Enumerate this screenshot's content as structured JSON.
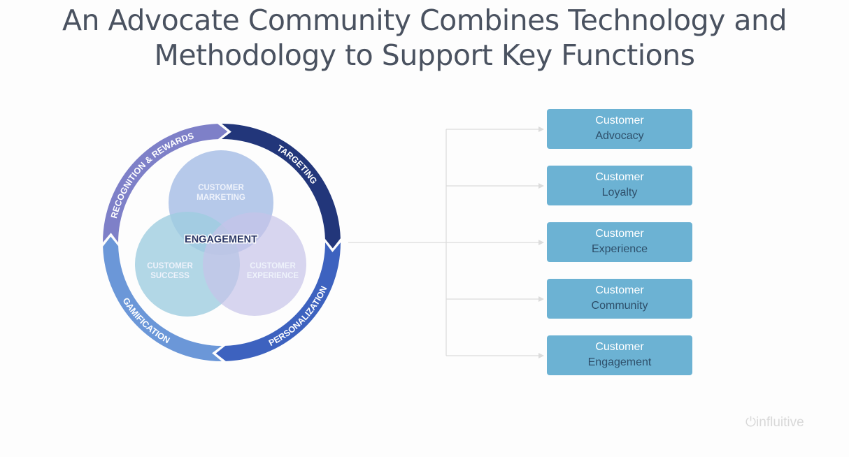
{
  "title": {
    "line1": "An Advocate Community Combines Technology and",
    "line2": "Methodology to Support Key Functions"
  },
  "ring": [
    {
      "label": "RECOGNITION & REWARDS",
      "color": "#7e80c8"
    },
    {
      "label": "TARGETING",
      "color": "#22367a"
    },
    {
      "label": "PERSONALIZATION",
      "color": "#3d62bf"
    },
    {
      "label": "GAMIFICATION",
      "color": "#6b97d8"
    }
  ],
  "venn": {
    "center": "ENGAGEMENT",
    "circles": [
      {
        "line1": "CUSTOMER",
        "line2": "MARKETING",
        "color": "#a9c0e6"
      },
      {
        "line1": "CUSTOMER",
        "line2": "SUCCESS",
        "color": "#9fcde0"
      },
      {
        "line1": "CUSTOMER",
        "line2": "EXPERIENCE",
        "color": "#c6c3e8"
      }
    ]
  },
  "functions": [
    {
      "line1": "Customer",
      "line2": "Advocacy"
    },
    {
      "line1": "Customer",
      "line2": "Loyalty"
    },
    {
      "line1": "Customer",
      "line2": "Experience"
    },
    {
      "line1": "Customer",
      "line2": "Community"
    },
    {
      "line1": "Customer",
      "line2": "Engagement"
    }
  ],
  "logo": "influitive"
}
